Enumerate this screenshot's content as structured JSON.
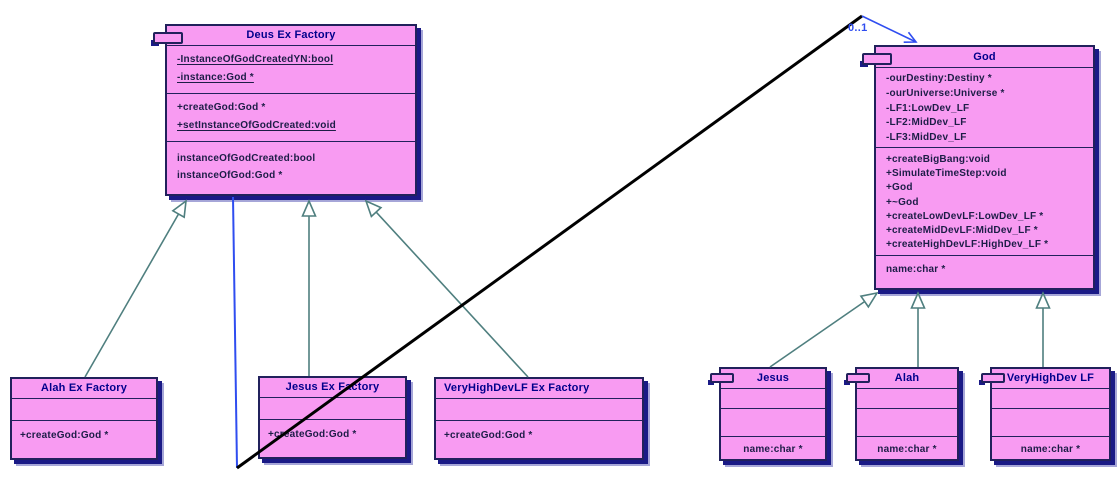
{
  "diagram_type": "uml-class-diagram",
  "colors": {
    "box_fill": "#F89BF2",
    "line": "#21215C",
    "title": "#00008B",
    "member": "#1D1D47",
    "shadow_dark": "#1A1A86",
    "shadow_light": "#A6A6D8",
    "teal": "#4F7F7F",
    "blue": "#2F4DF0",
    "black_line": "#000000"
  },
  "classes": {
    "deus": {
      "title": "Deus Ex Factory",
      "attributes": [
        "-InstanceOfGodCreatedYN:bool",
        "-instance:God *"
      ],
      "methods": [
        "+createGod:God *",
        "+setInstanceOfGodCreated:void"
      ],
      "extras": [
        "instanceOfGodCreated:bool",
        "instanceOfGod:God *"
      ]
    },
    "god": {
      "title": "God",
      "attributes": [
        "-ourDestiny:Destiny *",
        "-ourUniverse:Universe *",
        "-LF1:LowDev_LF",
        "-LF2:MidDev_LF",
        "-LF3:MidDev_LF"
      ],
      "methods": [
        "+createBigBang:void",
        "+SimulateTimeStep:void",
        "+God",
        "+~God",
        "+createLowDevLF:LowDev_LF *",
        "+createMidDevLF:MidDev_LF *",
        "+createHighDevLF:HighDev_LF *"
      ],
      "extras": [
        "name:char *"
      ]
    },
    "alah_ex": {
      "title": "Alah Ex Factory",
      "methods": [
        "+createGod:God *"
      ]
    },
    "jesus_ex": {
      "title": "Jesus Ex Factory",
      "methods": [
        "+createGod:God *"
      ]
    },
    "very_ex": {
      "title": "VeryHighDevLF Ex Factory",
      "methods": [
        "+createGod:God *"
      ]
    },
    "jesus": {
      "title": "Jesus",
      "extras": [
        "name:char *"
      ]
    },
    "alah": {
      "title": "Alah",
      "extras": [
        "name:char *"
      ]
    },
    "very_lf": {
      "title": "VeryHighDev LF",
      "extras": [
        "name:char *"
      ]
    }
  },
  "association": {
    "multiplicity": "0..1"
  }
}
